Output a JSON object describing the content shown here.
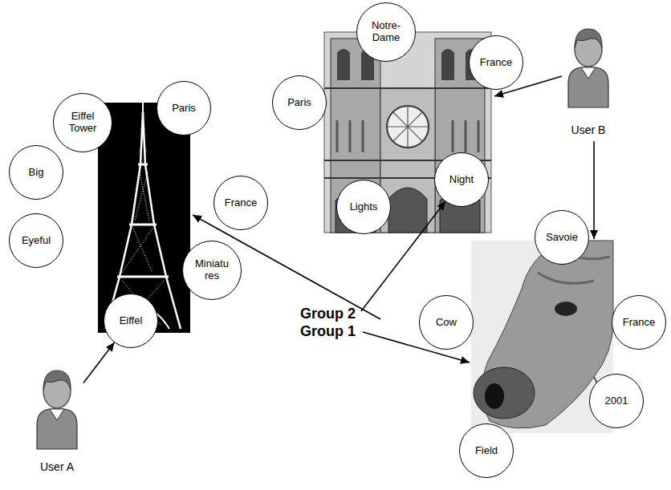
{
  "diagram": {
    "nodes": [
      {
        "text": [
          "Notre-Dame"
        ]
      },
      {
        "text": [
          "France"
        ]
      },
      {
        "text": [
          "Paris"
        ]
      },
      {
        "text": [
          "Eiffel Tower"
        ]
      },
      {
        "text": [
          "Paris"
        ]
      },
      {
        "text": [
          "User B"
        ]
      },
      {
        "text": [
          "Big"
        ]
      },
      {
        "text": [
          "Night"
        ]
      },
      {
        "text": [
          "France"
        ]
      },
      {
        "text": [
          "Lights"
        ]
      },
      {
        "text": [
          "Savoie"
        ]
      },
      {
        "text": [
          "Eyeful"
        ]
      },
      {
        "text": [
          "Miniatu res"
        ]
      },
      {
        "text": [
          "Eiffel"
        ]
      },
      {
        "text": [
          "Cow"
        ]
      },
      {
        "text": [
          "France"
        ]
      },
      {
        "text": [
          "User A"
        ]
      },
      {
        "text": [
          "2001"
        ]
      },
      {
        "text": [
          "Field"
        ]
      }
    ],
    "edges": [
      {
        "from": 16,
        "to": 13,
        "arrow": "to"
      }
    ],
    "labels": [
      "Group 2",
      "Group 1"
    ]
  }
}
